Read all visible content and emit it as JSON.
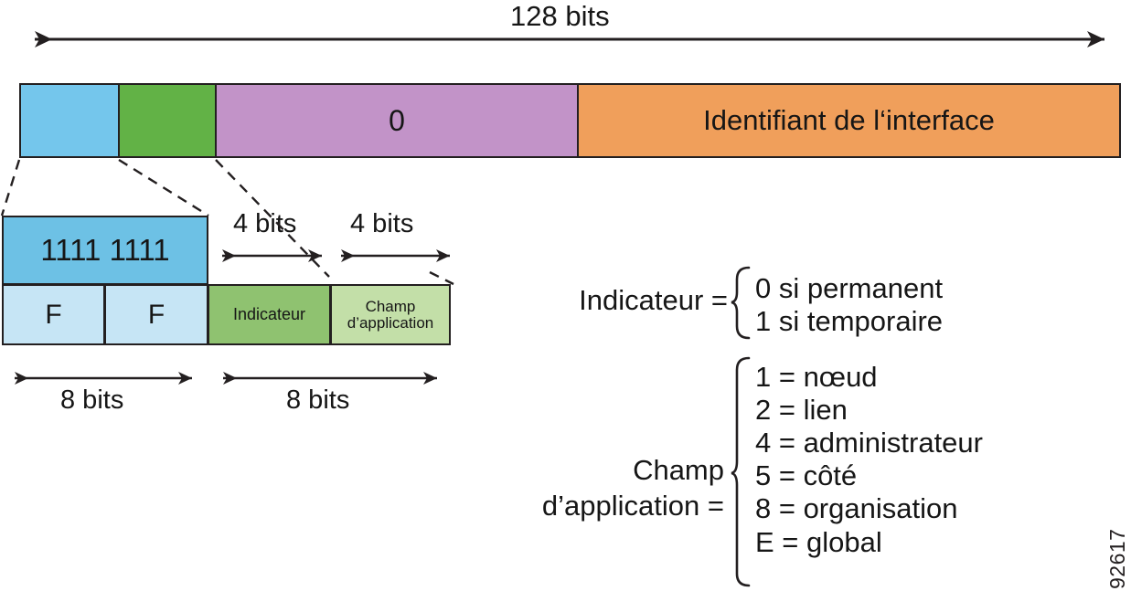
{
  "figure": {
    "number": "92617",
    "top_measure_label": "128 bits"
  },
  "address_bar": {
    "segments": [
      {
        "name": "prefix-ff",
        "label": "",
        "color": "#74C6EC"
      },
      {
        "name": "flags-scope",
        "label": "",
        "color": "#62B246"
      },
      {
        "name": "zeros",
        "label": "0",
        "color": "#C293C8"
      },
      {
        "name": "interface-id",
        "label": "Identifiant de l‘interface",
        "color": "#F09F5B"
      }
    ]
  },
  "detail": {
    "binary_label": "1111 1111",
    "hex_cells": [
      "F",
      "F"
    ],
    "indicator_cell": "Indicateur",
    "scope_cell": "Champ\nd’application",
    "measures": {
      "four_bits_left": "4 bits",
      "four_bits_right": "4 bits",
      "eight_bits_left": "8 bits",
      "eight_bits_right": "8 bits"
    },
    "colors": {
      "binary_box": "#6DC1E5",
      "hex_cell": "#C6E5F5",
      "indicator_cell": "#8FC270",
      "scope_cell": "#C3DFA8"
    }
  },
  "legend": {
    "indicator": {
      "title": "Indicateur =",
      "items": [
        "0 si permanent",
        "1 si temporaire"
      ]
    },
    "scope": {
      "title_line1": "Champ",
      "title_line2": "d’application =",
      "items": [
        "1 = nœud",
        "2 = lien",
        "4 = administrateur",
        "5 = côté",
        "8 = organisation",
        "E = global"
      ]
    }
  }
}
